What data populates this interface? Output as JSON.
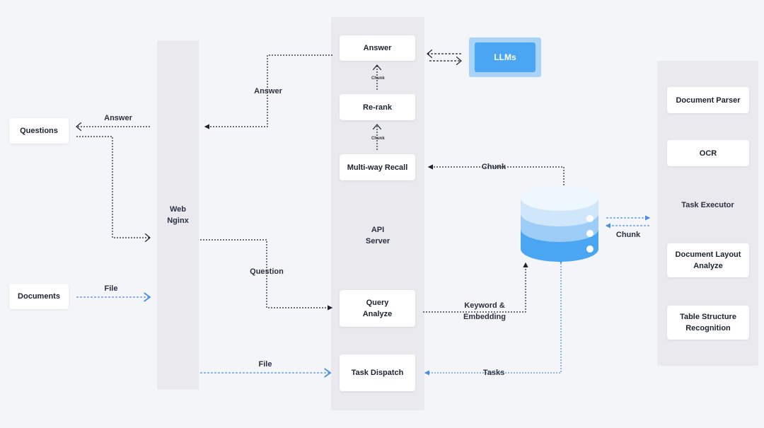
{
  "nodes": {
    "questions": "Questions",
    "documents": "Documents",
    "web_nginx": [
      "Web",
      "Nginx"
    ],
    "api_server": [
      "API",
      "Server"
    ],
    "answer": "Answer",
    "rerank": "Re-rank",
    "multiway_recall": "Multi-way Recall",
    "query_analyze": [
      "Query",
      "Analyze"
    ],
    "task_dispatch": "Task Dispatch",
    "llms": "LLMs",
    "document_parser": "Document Parser",
    "ocr": "OCR",
    "task_executor": "Task Executor",
    "document_layout_analyze": [
      "Document Layout",
      "Analyze"
    ],
    "table_structure_recognition": [
      "Table Structure",
      "Recognition"
    ]
  },
  "edges": {
    "answer_to_questions": "Answer",
    "answer_to_nginx": "Answer",
    "file_documents": "File",
    "file_dispatch": "File",
    "question": "Question",
    "chunk_rerank": "Chunk",
    "chunk_recall": "Chunk",
    "chunk_db_recall": "Chunk",
    "chunk_executor": "Chunk",
    "keyword_embedding": [
      "Keyword &",
      "Embedding"
    ],
    "tasks": "Tasks"
  },
  "colors": {
    "background": "#f4f5f9",
    "panel": "#e9e9ee",
    "dark_arrow": "#1c2230",
    "blue_arrow": "#4a90e2",
    "llm_fill": "#4aa6f3",
    "db_top": "#e9f3fd",
    "db_mid": "#9dcdf6",
    "db_bottom": "#4aa6f3"
  },
  "icons": {
    "database": "database-cylinder-icon"
  }
}
